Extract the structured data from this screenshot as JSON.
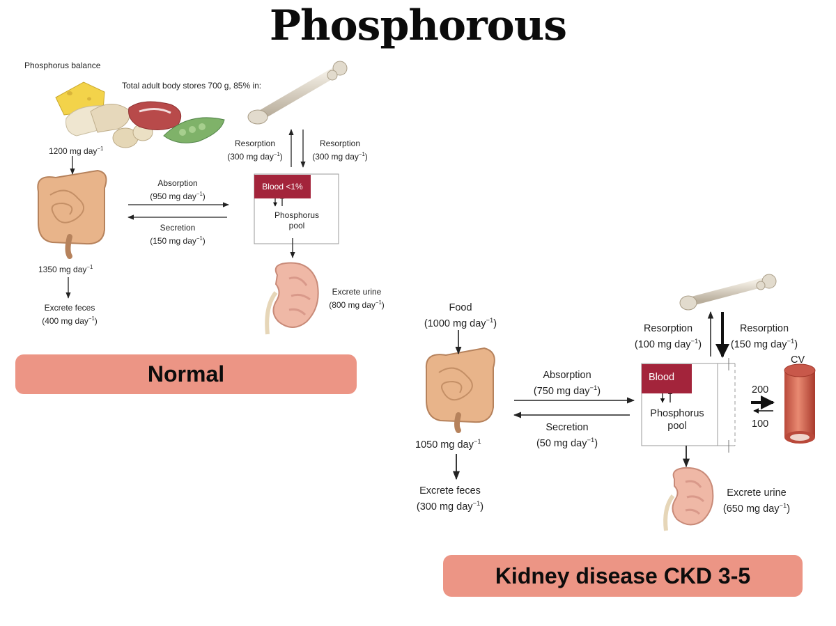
{
  "title": "Phosphorous",
  "normal": {
    "heading": "Phosphorus balance",
    "body_stores": "Total adult body stores 700 g, 85% in:",
    "intake": "1200 mg day",
    "resorption_up_label": "Resorption",
    "resorption_up_value": "(300 mg day",
    "resorption_down_label": "Resorption",
    "resorption_down_value": "(300 mg day",
    "absorption_label": "Absorption",
    "absorption_value": "(950 mg day",
    "secretion_label": "Secretion",
    "secretion_value": "(150 mg day",
    "blood": "Blood <1%",
    "pool_line1": "Phosphorus",
    "pool_line2": "pool",
    "gut_out": "1350 mg day",
    "feces_label": "Excrete feces",
    "feces_value": "(400 mg day",
    "urine_label": "Excrete urine",
    "urine_value": "(800 mg day",
    "exp": "−1",
    "close": ")",
    "banner": "Normal"
  },
  "ckd": {
    "food_label": "Food",
    "food_value": "(1000 mg day",
    "resorption_up_label": "Resorption",
    "resorption_up_value": "(100 mg day",
    "resorption_down_label": "Resorption",
    "resorption_down_value": "(150 mg day",
    "absorption_label": "Absorption",
    "absorption_value": "(750 mg day",
    "secretion_label": "Secretion",
    "secretion_value": "(50 mg day",
    "blood": "Blood",
    "pool_line1": "Phosphorus",
    "pool_line2": "pool",
    "cv": "CV",
    "cv_out": "200",
    "cv_in": "100",
    "gut_out": "1050 mg day",
    "feces_label": "Excrete feces",
    "feces_value": "(300 mg day",
    "urine_label": "Excrete urine",
    "urine_value": "(650 mg day",
    "exp": "−1",
    "close": ")",
    "banner": "Kidney disease CKD 3-5"
  },
  "colors": {
    "banner": "#ec9585",
    "blood": "#a3243b",
    "gut": "#e8b48a",
    "kidney": "#efb8a6",
    "bone": "#d9d1c2",
    "vessel": "#d86a55"
  }
}
